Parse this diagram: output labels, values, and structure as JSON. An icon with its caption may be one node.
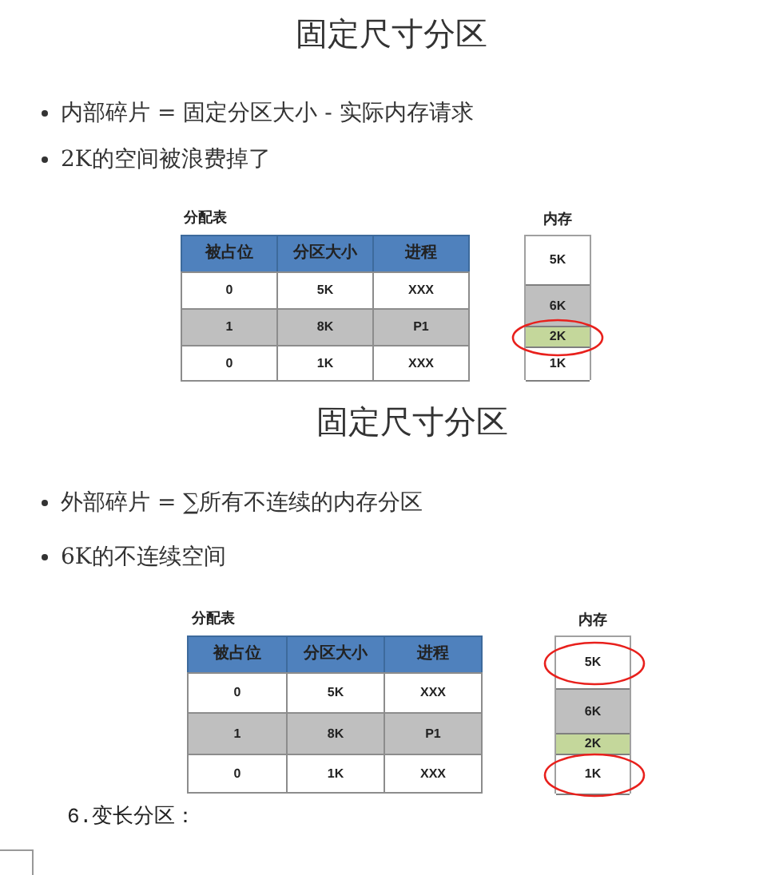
{
  "diagram": {
    "nodes": [
      {
        "text": [
          "内存"
        ]
      },
      {
        "text": [
          "5K"
        ],
        "in": 0
      },
      {
        "text": [
          "6K"
        ],
        "in": 0
      },
      {
        "text": [
          "2K"
        ],
        "in": 0
      },
      {
        "text": [
          "1K"
        ],
        "in": 0
      },
      {
        "text": [
          "内存"
        ]
      },
      {
        "text": [
          "5K"
        ],
        "in": 5
      },
      {
        "text": [
          "6K"
        ],
        "in": 5
      },
      {
        "text": [
          "2K"
        ],
        "in": 5
      },
      {
        "text": [
          "1K"
        ],
        "in": 5
      }
    ],
    "labels": [
      "固定尺寸分区",
      "内部碎片 = 固定分区大小 - 实际内存请求",
      "2K的空间被浪费掉了",
      "分配表",
      "被占位",
      "分区大小",
      "进程",
      "0",
      "5K",
      "XXX",
      "1",
      "8K",
      "P1",
      "0",
      "1K",
      "XXX",
      "固定尺寸分区",
      "外部碎片 = ∑所有不连续的内存分区",
      "6K的不连续空间",
      "分配表",
      "被占位",
      "分区大小",
      "进程",
      "0",
      "5K",
      "XXX",
      "1",
      "8K",
      "P1",
      "0",
      "1K",
      "XXX",
      "6.变长分区："
    ]
  }
}
